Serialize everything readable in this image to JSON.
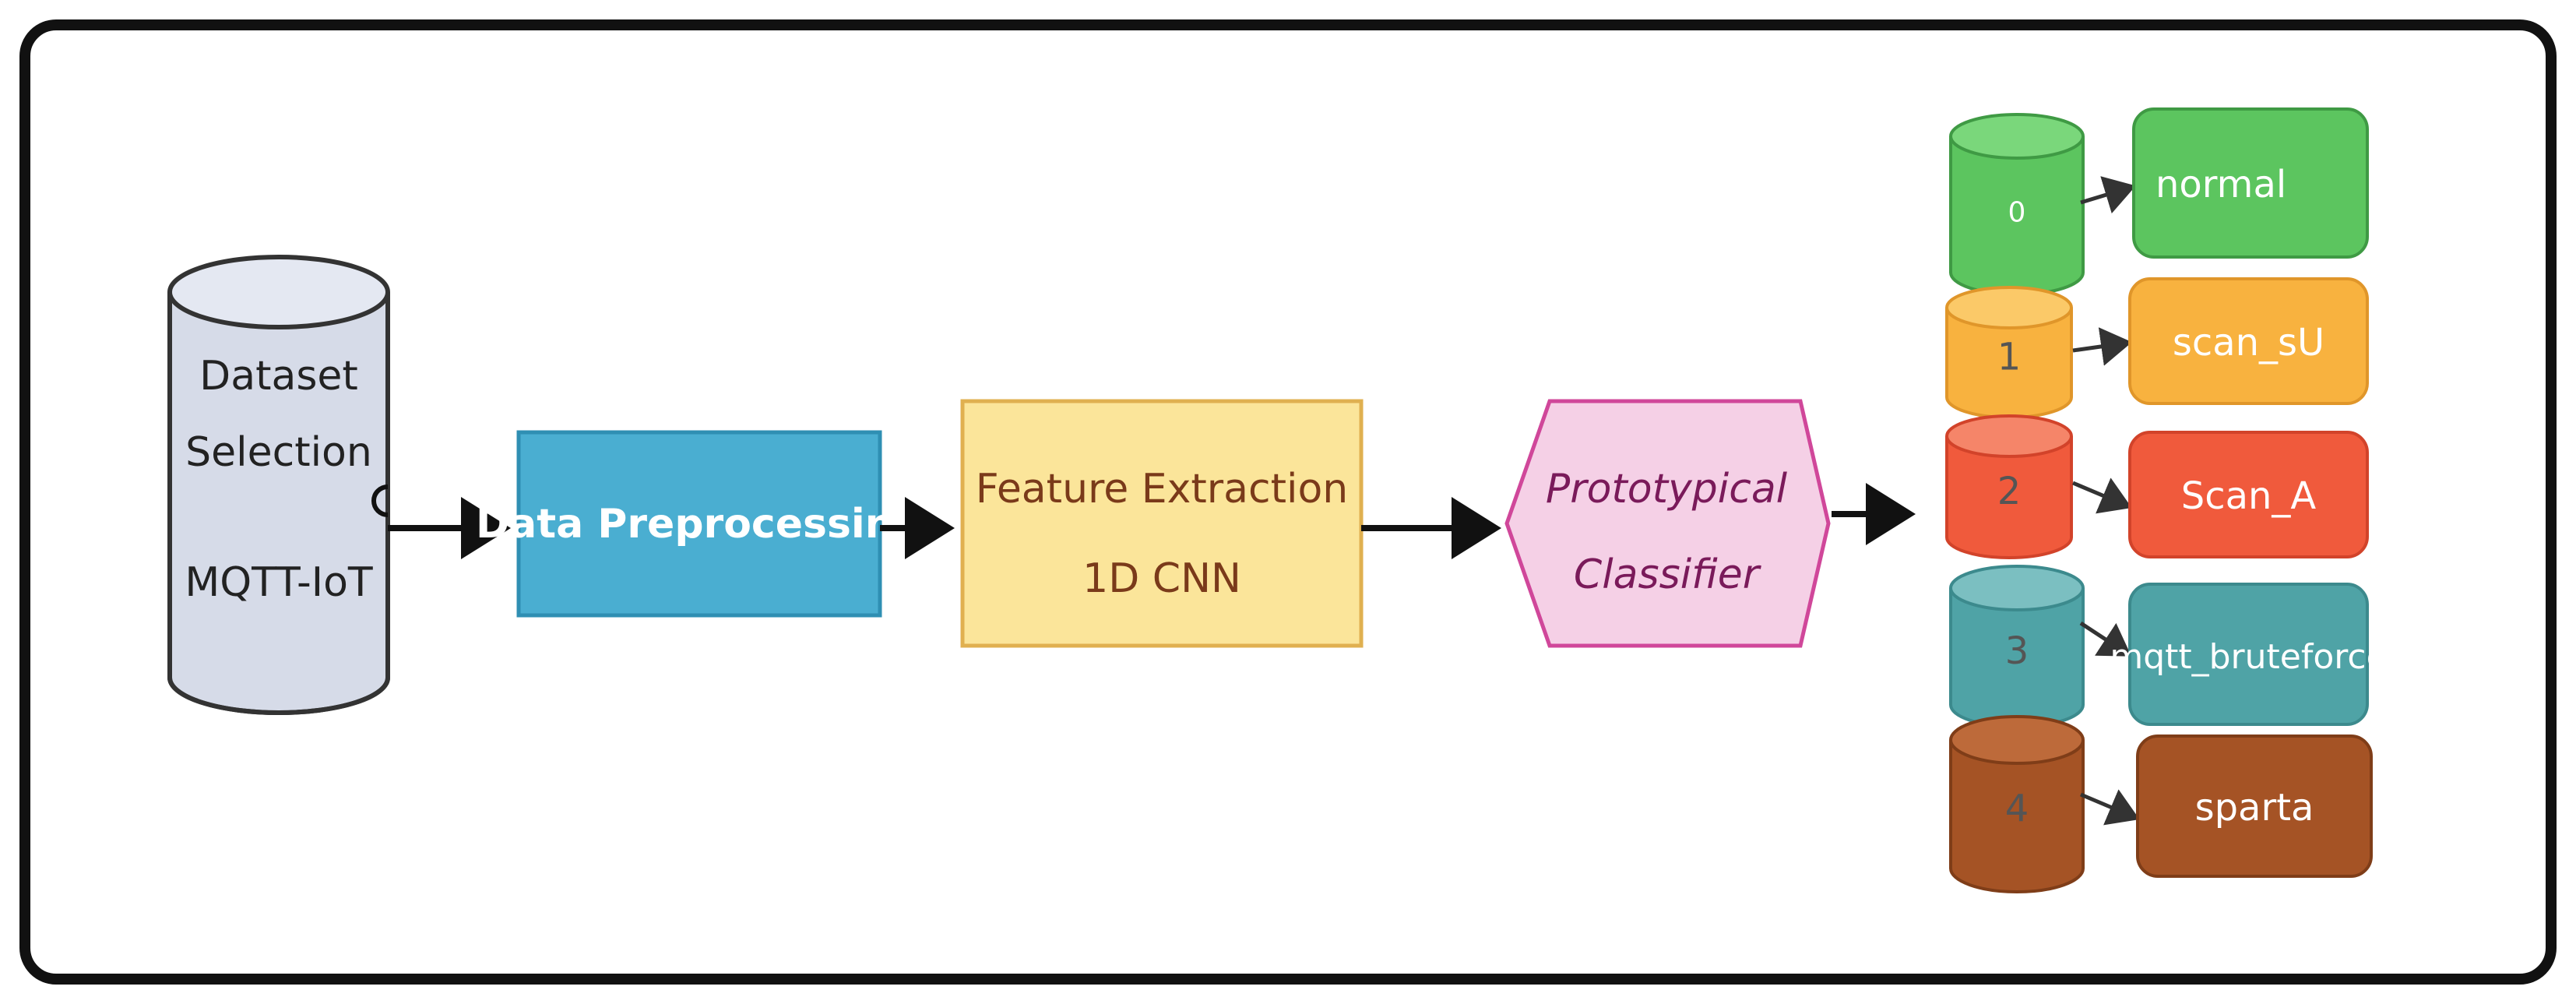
{
  "dataset": {
    "line1": "Dataset",
    "line2": "Selection",
    "line3": "MQTT-IoT"
  },
  "steps": {
    "preprocessing": "Data Preprocessing",
    "feature_line1": "Feature Extraction",
    "feature_line2": "1D CNN",
    "classifier_line1": "Prototypical",
    "classifier_line2": "Classifier"
  },
  "classes": [
    {
      "index": "0",
      "label": "normal",
      "color": "#5cc55f",
      "border": "#3f9a44",
      "top": "#7ad77b"
    },
    {
      "index": "1",
      "label": "scan_sU",
      "color": "#f8b23f",
      "border": "#e0962a",
      "top": "#fbc968"
    },
    {
      "index": "2",
      "label": "Scan_A",
      "color": "#f05a3c",
      "border": "#d2432a",
      "top": "#f58569"
    },
    {
      "index": "3",
      "label": "mqtt_bruteforce",
      "color": "#4fa3a6",
      "border": "#3c8a8d",
      "top": "#7bbfc1"
    },
    {
      "index": "4",
      "label": "sparta",
      "color": "#a55325",
      "border": "#7f3d18",
      "top": "#bd6a3a"
    }
  ],
  "colors": {
    "frame": "#111111",
    "dataset_fill": "#d6dbe8",
    "preprocessing_fill": "#4aaed1",
    "feature_fill": "#fbe59a",
    "feature_border": "#e0b050",
    "feature_text": "#7a3a1a",
    "classifier_fill": "#f5d0e6",
    "classifier_border": "#d0479a",
    "classifier_text": "#7a1a5a"
  }
}
